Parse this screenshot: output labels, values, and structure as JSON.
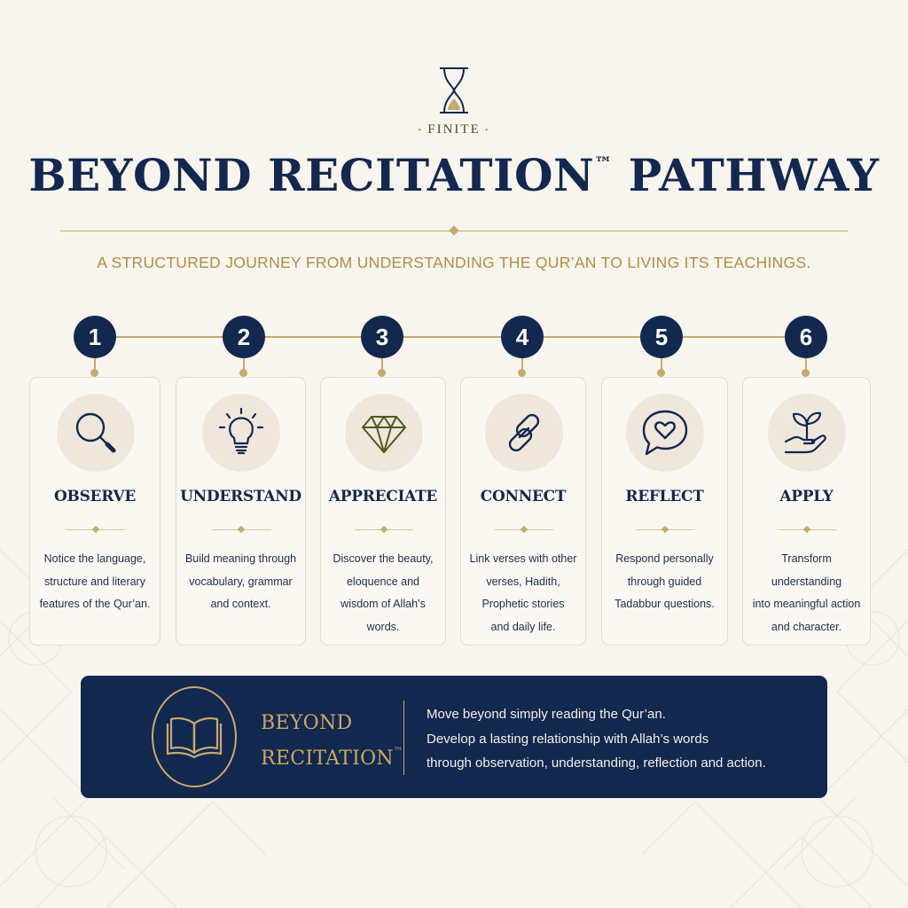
{
  "brand": {
    "name": "FINITE",
    "logo_icon": "hourglass-icon"
  },
  "header": {
    "title": "BEYOND RECITATION",
    "title_mark": "™",
    "title_tail": " PATHWAY",
    "subtitle": "A STRUCTURED JOURNEY FROM UNDERSTANDING THE QUR’AN TO LIVING ITS TEACHINGS."
  },
  "steps": [
    {
      "number": "1",
      "title": "OBSERVE",
      "icon": "magnifier-icon",
      "lines": [
        "Notice the language,",
        "structure and literary",
        "features of the Qur’an."
      ]
    },
    {
      "number": "2",
      "title": "UNDERSTAND",
      "icon": "lightbulb-icon",
      "lines": [
        "Build meaning through",
        "vocabulary, grammar",
        "and context."
      ]
    },
    {
      "number": "3",
      "title": "APPRECIATE",
      "icon": "diamond-icon",
      "lines": [
        "Discover the beauty,",
        "eloquence and",
        "wisdom of Allah’s",
        "words."
      ]
    },
    {
      "number": "4",
      "title": "CONNECT",
      "icon": "chain-link-icon",
      "lines": [
        "Link verses with other",
        "verses, Hadith,",
        "Prophetic stories",
        "and daily life."
      ]
    },
    {
      "number": "5",
      "title": "REFLECT",
      "icon": "heart-speech-bubble-icon",
      "lines": [
        "Respond personally",
        "through guided",
        "Tadabbur questions."
      ]
    },
    {
      "number": "6",
      "title": "APPLY",
      "icon": "sprout-in-hand-icon",
      "lines": [
        "Transform understanding",
        "into meaningful action",
        "and character."
      ]
    }
  ],
  "banner": {
    "icon": "open-book-icon",
    "brand_line1": "BEYOND",
    "brand_line2": "RECITATION",
    "brand_mark": "™",
    "lines": [
      "Move beyond simply reading the Qur’an.",
      "Develop a lasting relationship with Allah’s words",
      "through observation, understanding, reflection and action."
    ]
  },
  "colors": {
    "navy": "#13284f",
    "gold": "#c7aa6e",
    "gold_text": "#b08e45",
    "background": "#f8f4ee",
    "icon_circle": "#efe7db"
  }
}
